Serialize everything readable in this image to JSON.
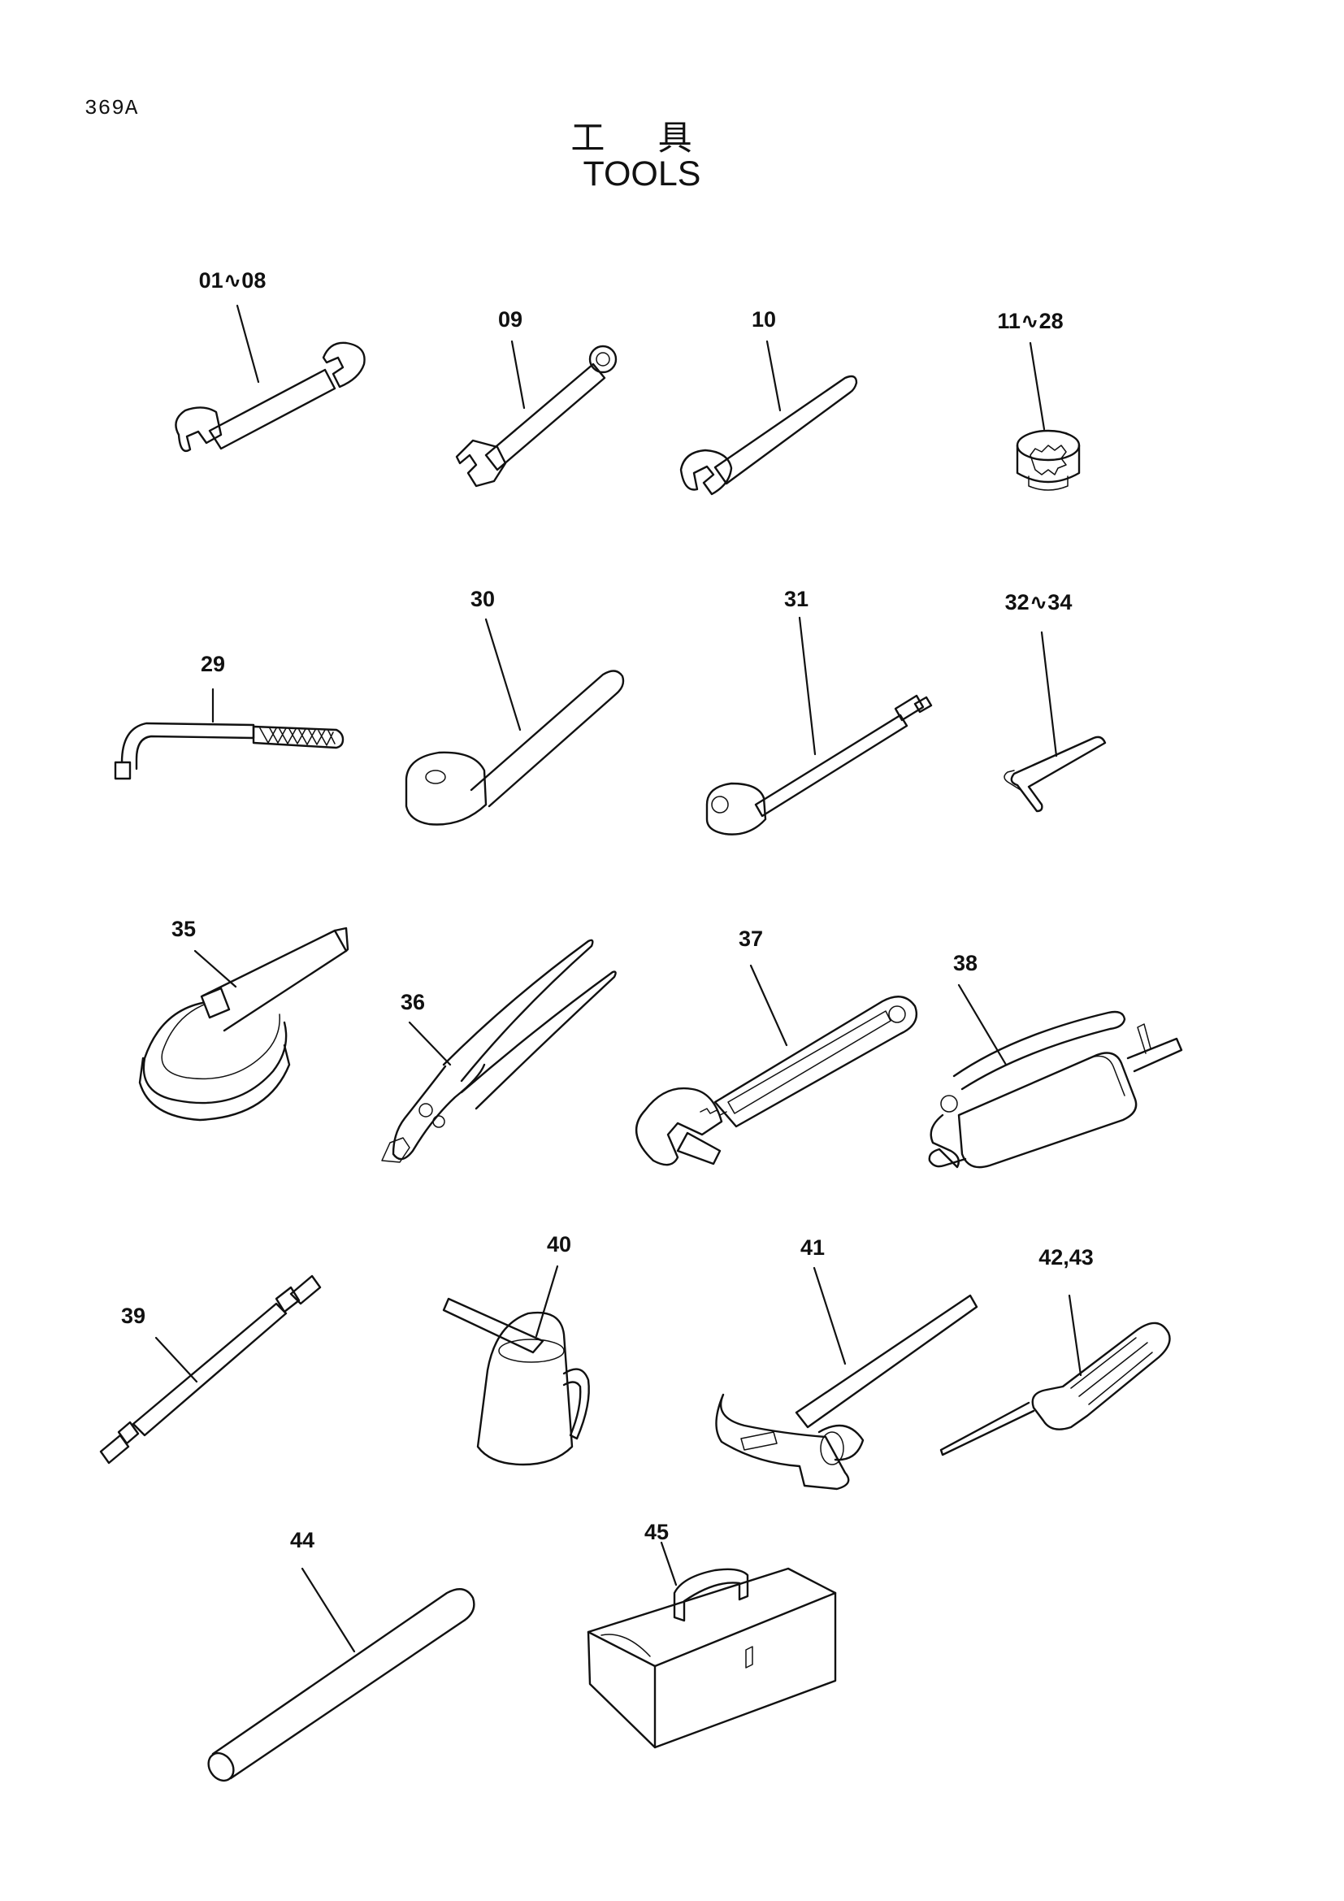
{
  "page_code": "369A",
  "title_jp": "工 具",
  "title_en": "TOOLS",
  "callouts": {
    "c01": "01∿08",
    "c02": "09",
    "c03": "10",
    "c04": "11∿28",
    "c05": "29",
    "c06": "30",
    "c07": "31",
    "c08": "32∿34",
    "c09": "35",
    "c10": "36",
    "c11": "37",
    "c12": "38",
    "c13": "39",
    "c14": "40",
    "c15": "41",
    "c16": "42,43",
    "c17": "44",
    "c18": "45"
  },
  "tool_icons": [
    "double-open-end-wrench-icon",
    "combination-wrench-icon",
    "single-open-end-wrench-icon",
    "socket-icon",
    "l-handle-socket-wrench-icon",
    "ratchet-handle-icon",
    "extension-bar-icon",
    "hex-key-icon",
    "strap-filter-wrench-icon",
    "slip-joint-pliers-icon",
    "adjustable-wrench-icon",
    "grease-gun-icon",
    "grease-hose-icon",
    "oil-can-icon",
    "hammer-icon",
    "screwdriver-icon",
    "pipe-bar-icon",
    "tool-box-icon"
  ]
}
